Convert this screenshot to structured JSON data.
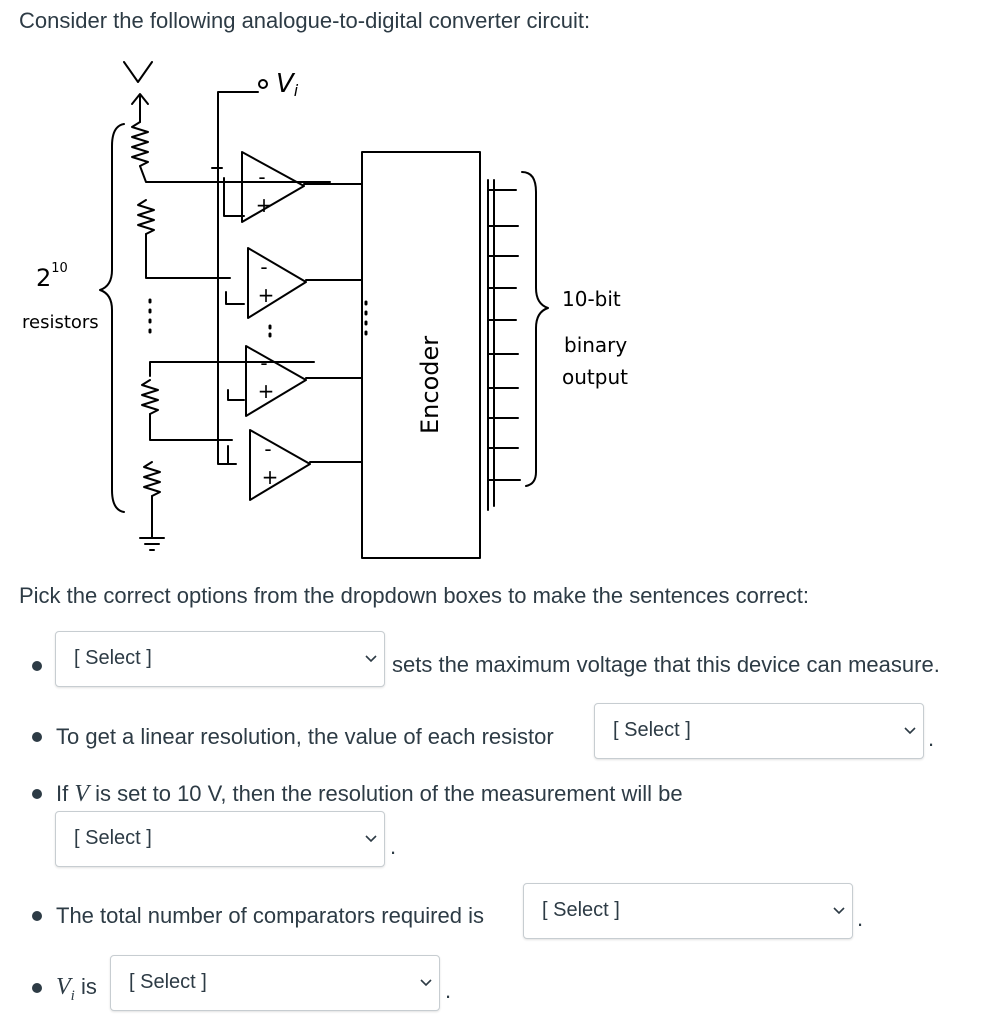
{
  "question": {
    "heading": "Consider the following analogue-to-digital converter circuit:",
    "instructions": "Pick the correct options from the dropdown boxes to make the sentences correct:"
  },
  "diagram": {
    "label_v": "V",
    "label_vi": "V",
    "label_vi_sub": "i",
    "label_resistors_count": "2",
    "label_resistors_exp": "10",
    "label_resistors_word": "resistors",
    "label_encoder": "Encoder",
    "label_output_line1": "10-bit",
    "label_output_line2": "binary",
    "label_output_line3": "output",
    "label_plus": "+",
    "label_minus": "-"
  },
  "items": [
    {
      "after_text": "sets the maximum voltage that this device can measure.",
      "select_value": "[ Select ]"
    },
    {
      "before_text": "To get a linear resolution, the value of each resistor",
      "select_value": "[ Select ]",
      "trail": "."
    },
    {
      "before_text_pre": "If",
      "var": "V",
      "before_text_post": "is set to 10 V, then the resolution of the measurement will be",
      "select_value": "[ Select ]",
      "trail": "."
    },
    {
      "before_text": "The total number of comparators required is",
      "select_value": "[ Select ]",
      "trail": "."
    },
    {
      "var": "V",
      "var_sub": "i",
      "before_text": "is",
      "select_value": "[ Select ]",
      "trail": "."
    }
  ]
}
